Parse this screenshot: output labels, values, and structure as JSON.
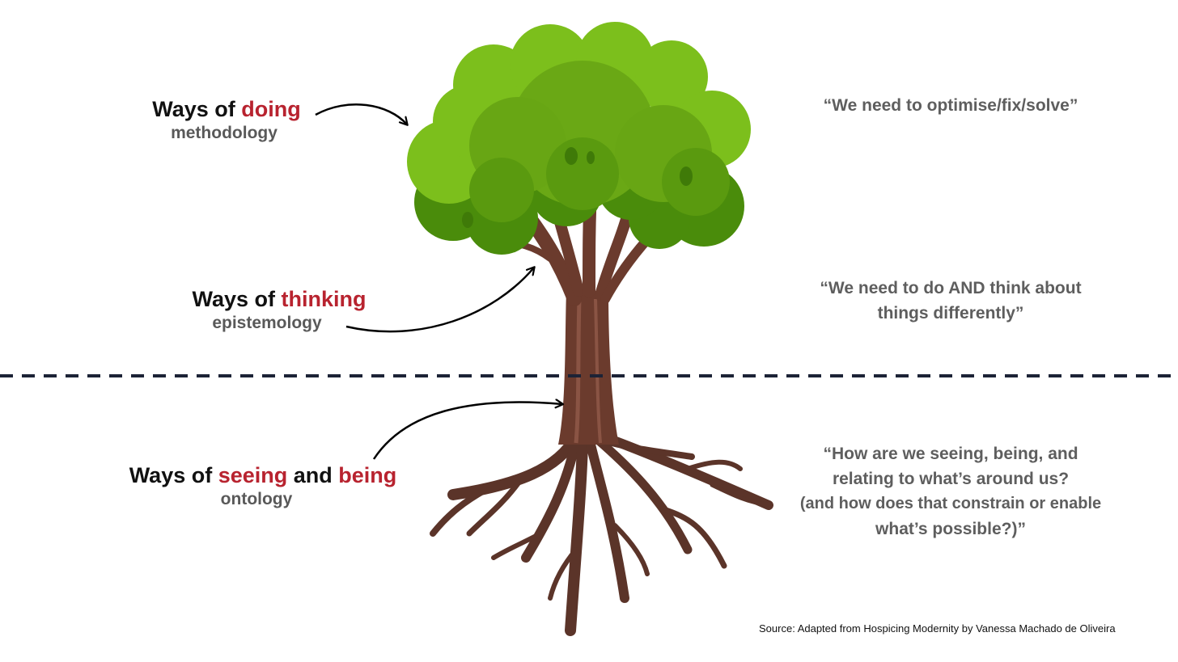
{
  "layers": [
    {
      "head_prefix": "Ways of ",
      "head_keyword": "doing",
      "subtitle": "methodology",
      "quote_lines": [
        "“We need to optimise/fix/solve”"
      ]
    },
    {
      "head_prefix": "Ways of ",
      "head_keyword": "thinking",
      "subtitle": "epistemology",
      "quote_lines": [
        "“We need to do AND think about",
        "things differently”"
      ]
    },
    {
      "head_prefix": "Ways of ",
      "head_keyword": "seeing",
      "head_middle": " and ",
      "head_keyword2": "being",
      "subtitle": "ontology",
      "quote_lines": [
        "“How are we seeing, being, and",
        "relating to what’s around us?",
        "(and how does that constrain or enable",
        "what’s possible?)”"
      ]
    }
  ],
  "source": "Source: Adapted from Hospicing Modernity by Vanessa Machado de Oliveira",
  "colors": {
    "accent": "#b8232f",
    "heading": "#111111",
    "subtitle": "#595959",
    "quote": "#5e5e5e",
    "divider": "#1c2336",
    "foliage_light": "#7cbf1c",
    "foliage_dark": "#4a8c0b",
    "trunk": "#6b3b2d"
  },
  "icons": [
    "tree-illustration",
    "arrow-icon"
  ]
}
